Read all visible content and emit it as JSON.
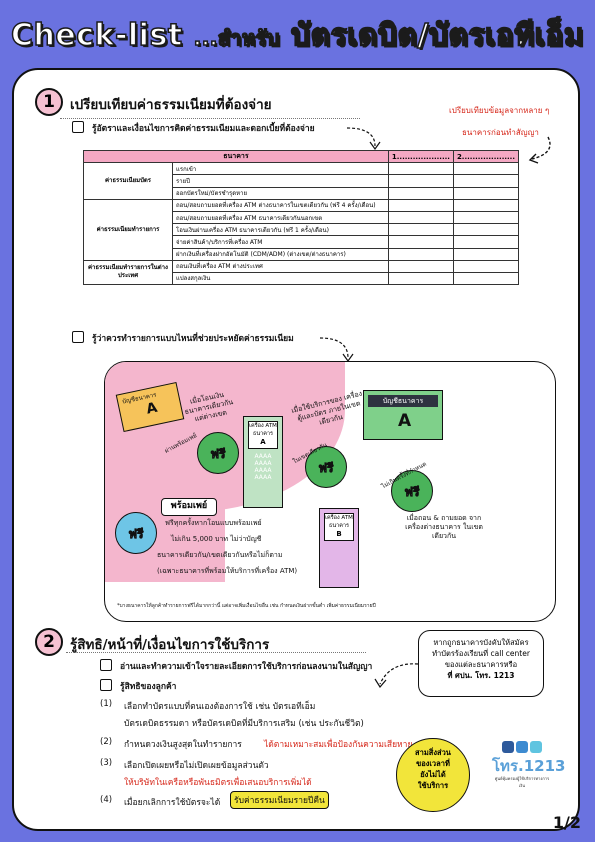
{
  "header": {
    "title_left": "Check-list",
    "title_mid": "...สำหรับ",
    "title_right": "บัตรเดบิต/บัตรเอทีเอ็ม"
  },
  "section1": {
    "number": "1",
    "heading": "เปรียบเทียบค่าธรรมเนียมที่ต้องจ่าย",
    "note_line1": "เปรียบเทียบข้อมูลจากหลาย ๆ",
    "note_line2": "ธนาคารก่อนทำสัญญา",
    "check1": "รู้อัตราและเงื่อนไขการคิดค่าธรรมเนียมและดอกเบี้ยที่ต้องจ่าย",
    "table": {
      "head_main": "ธนาคาร",
      "head_c1": "1....................",
      "head_c2": "2....................",
      "cats": [
        "ค่าธรรมเนียมบัตร",
        "ค่าธรรมเนียมทำรายการ",
        "ค่าธรรมเนียมทำรายการในต่างประเทศ"
      ],
      "rows_card": [
        "แรกเข้า",
        "รายปี",
        "ออกบัตรใหม่/บัตรชำรุดหาย"
      ],
      "rows_txn": [
        "ถอน/สอบถามยอดที่เครื่อง ATM ต่างธนาคารในเขตเดียวกัน (ฟรี 4 ครั้ง/เดือน)",
        "ถอน/สอบถามยอดที่เครื่อง ATM ธนาคารเดียวกันนอกเขต",
        "โอนเงินผ่านเครื่อง ATM ธนาคารเดียวกัน (ฟรี 1 ครั้ง/เดือน)",
        "จ่ายค่าสินค้า/บริการที่เครื่อง ATM",
        "ฝากเงินที่เครื่องฝากอัตโนมัติ (CDM/ADM) (ต่างเขต/ต่างธนาคาร)"
      ],
      "rows_foreign": [
        "ถอนเงินที่เครื่อง ATM ต่างประเทศ",
        "แปลงสกุลเงิน"
      ]
    },
    "check2": "รู้ว่าควรทำรายการแบบไหนที่ช่วยประหยัดค่าธรรมเนียม",
    "illus": {
      "card_left_label": "บัญชีธนาคาร",
      "card_left_letter": "A",
      "card_right_label": "บัญชีธนาคาร",
      "card_right_letter": "A",
      "atm1_label": "เครื่อง ATM",
      "atm1_sub": "ธนาคาร",
      "atm1_letter": "A",
      "atm2_label": "เครื่อง ATM",
      "atm2_sub": "ธนาคาร",
      "atm2_letter": "B",
      "free": "ฟรี",
      "tag1": "เมื่อโอนเงิน ธนาคารเดียวกัน แต่ต่างเขต",
      "tag2": "เมื่อใช้บริการของ เครื่องตู้และบัตร ภายในเขตเดียวกัน",
      "tag3": "เมื่อถอน & ถามยอด จากเครื่องต่างธนาคาร ในเขตเดียวกัน",
      "star_top1": "ผ่านพร้อมเพย์",
      "star_top2": "ในเขตเดียวกัน",
      "star_top3": "ไม่เกินครั้งที่กำหนด",
      "promptpay": "พร้อมเพย์",
      "pp_line1": "ฟรีทุกครั้งหากโอนแบบพร้อมเพย์",
      "pp_line2": "ไม่เกิน 5,000 บาท ไม่ว่าบัญชี",
      "pp_line3": "ธนาคารเดียวกัน/เขตเดียวกันหรือไม่ก็ตาม",
      "pp_line4": "(เฉพาะธนาคารที่พร้อมให้บริการที่เครื่อง ATM)",
      "footnote": "*บางธนาคารให้ลูกค้าทำรายการฟรีได้มากกว่านี้ แต่อาจเพิ่มเงื่อนไขอื่น เช่น กำหนดเงินฝากขั้นต่ำ เพิ่มค่าธรรมเนียมรายปี"
    }
  },
  "section2": {
    "number": "2",
    "heading": "รู้สิทธิ/หน้าที่/เงื่อนไขการใช้บริการ",
    "check1": "อ่านและทำความเข้าใจรายละเอียดการใช้บริการก่อนลงนามในสัญญา",
    "check2": "รู้สิทธิของลูกค้า",
    "items": [
      {
        "n": "(1)",
        "line1": "เลือกทำบัตรแบบที่ตนเองต้องการใช้ เช่น บัตรเอทีเอ็ม",
        "line2": "บัตรเดบิตธรรมดา หรือบัตรเดบิตที่มีบริการเสริม (เช่น ประกันชีวิต)"
      },
      {
        "n": "(2)",
        "line1": "กำหนดวงเงินสูงสุดในทำรายการ",
        "line1_red": "ได้ตามเหมาะสมเพื่อป้องกันความเสียหาย"
      },
      {
        "n": "(3)",
        "line1": "เลือกเปิดเผยหรือไม่เปิดเผยข้อมูลส่วนตัว",
        "line2_red": "ให้บริษัทในเครือหรือพันธมิตรเพื่อเสนอบริการเพิ่มได้"
      },
      {
        "n": "(4)",
        "line1": "เมื่อยกเลิกการใช้บัตรจะได้",
        "line1_box": "รับค่าธรรมเนียมรายปีคืน"
      }
    ],
    "info_lines": [
      "หากถูกธนาคารบังคับให้สมัคร",
      "ทำบัตรร้องเรียนที่ call center",
      "ของแต่ละธนาคารหรือ",
      "ที่ ศปน. โทร. 1213"
    ],
    "bubble_lines": [
      "สามสิ่งส่วน",
      "ของเวลาที่",
      "ยังไม่ได้",
      "ใช้บริการ"
    ],
    "logo_text": "โทร.1213",
    "logo_sub": "ศูนย์คุ้มครองผู้ใช้บริการทางการเงิน"
  },
  "page_number": "1/2"
}
